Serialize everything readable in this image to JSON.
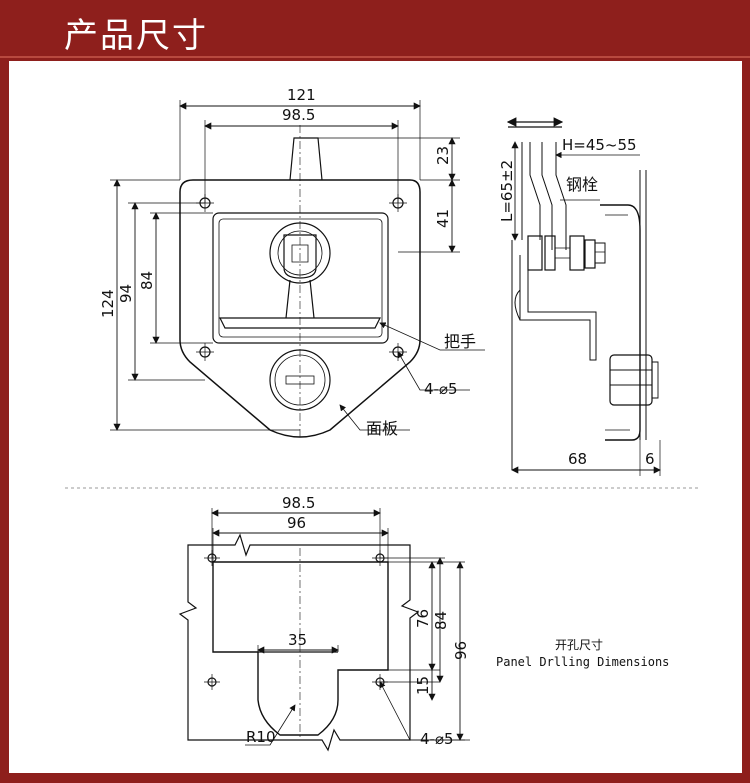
{
  "header": {
    "title": "产品尺寸"
  },
  "front_view": {
    "width_total": "121",
    "width_holes": "98.5",
    "height_total": "124",
    "height_94": "94",
    "height_84": "84",
    "height_23": "23",
    "height_41": "41",
    "handle_label": "把手",
    "holes_label": "4-⌀5",
    "panel_label": "面板"
  },
  "side_view": {
    "h_range": "H=45~55",
    "l_value": "L=65±2",
    "bolt_label": "钢栓",
    "depth": "68",
    "flange": "6"
  },
  "cutout_view": {
    "width_985": "98.5",
    "width_96": "96",
    "height_76": "76",
    "height_84": "84",
    "height_96": "96",
    "notch_35": "35",
    "notch_15": "15",
    "radius": "R10",
    "holes_label": "4-⌀5",
    "caption_cn": "开孔尺寸",
    "caption_en": "Panel Drlling Dimensions"
  },
  "colors": {
    "frame": "#8e1f1c",
    "panel": "#ffffff",
    "ink": "#111111"
  }
}
